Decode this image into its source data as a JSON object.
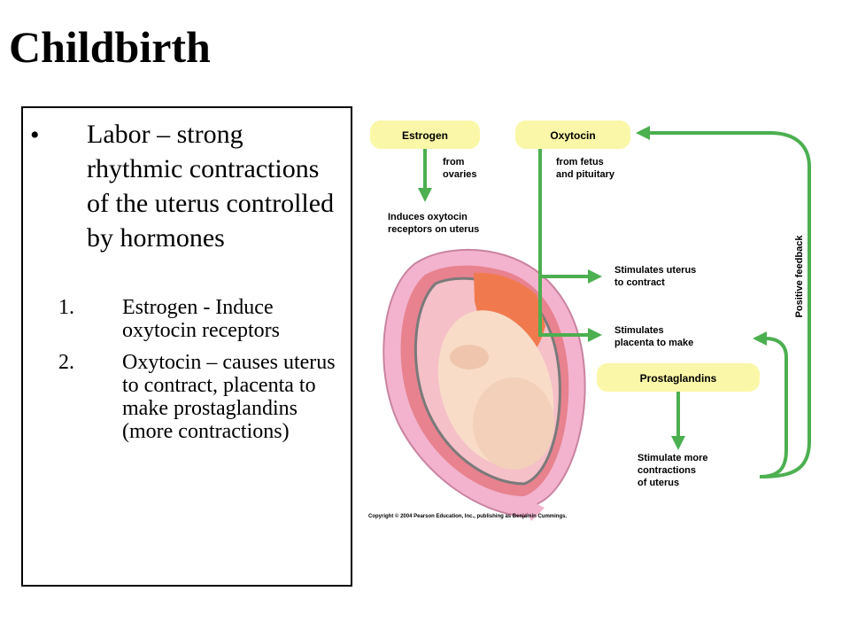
{
  "slide": {
    "title": "Childbirth",
    "bullet_symbol": "•",
    "main_point": "Labor – strong rhythmic contractions of the uterus controlled by hormones",
    "sub_points": [
      {
        "num": "1.",
        "text": "Estrogen - Induce oxytocin receptors"
      },
      {
        "num": "2.",
        "text": "Oxytocin – causes uterus to contract, placenta to make prostaglandins (more contractions)"
      }
    ]
  },
  "figure": {
    "boxes": {
      "estrogen": "Estrogen",
      "oxytocin": "Oxytocin",
      "prostaglandins": "Prostaglandins"
    },
    "labels": {
      "from_ovaries_1": "from",
      "from_ovaries_2": "ovaries",
      "from_fetus_1": "from fetus",
      "from_fetus_2": "and pituitary",
      "induces_1": "Induces oxytocin",
      "induces_2": "receptors on uterus",
      "stim_uterus_1": "Stimulates uterus",
      "stim_uterus_2": "to contract",
      "stim_placenta_1": "Stimulates",
      "stim_placenta_2": "placenta to make",
      "stim_more_1": "Stimulate more",
      "stim_more_2": "contractions",
      "stim_more_3": "of uterus",
      "positive_feedback": "Positive feedback",
      "copyright": "Copyright © 2004 Pearson Education, Inc., publishing as Benjamin Cummings."
    },
    "colors": {
      "box_fill": "#fbf7a8",
      "arrow": "#4caf50",
      "uterus_outer": "#f3b3cf",
      "uterus_wall": "#e8828f",
      "placenta": "#f07a4e",
      "fetus": "#f8dcc8",
      "amnion": "#7a7a7a"
    }
  }
}
